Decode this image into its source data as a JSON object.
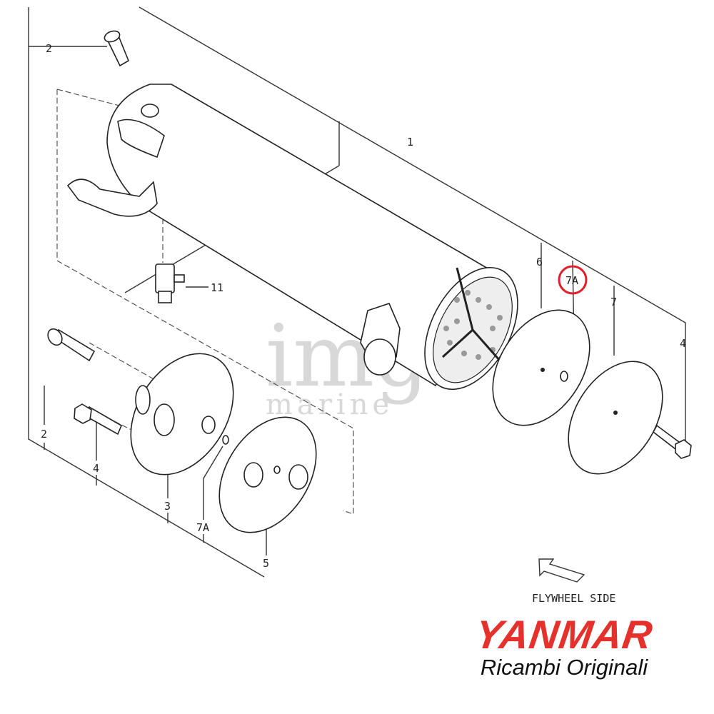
{
  "watermark": {
    "line1": "img",
    "line2": "marine"
  },
  "callouts": {
    "c1": "1",
    "c2_top": "2",
    "c2_bottom": "2",
    "c3": "3",
    "c4_right": "4",
    "c4_left": "4",
    "c5": "5",
    "c6": "6",
    "c7": "7",
    "c7a_highlighted": "7A",
    "c7a_lower": "7A",
    "c11": "11"
  },
  "direction_label": "FLYWHEEL SIDE",
  "logo": {
    "brand": "YANMAR",
    "tagline": "Ricambi Originali"
  },
  "colors": {
    "brand_red": "#e5312c",
    "highlight_circle": "#e0202a"
  }
}
